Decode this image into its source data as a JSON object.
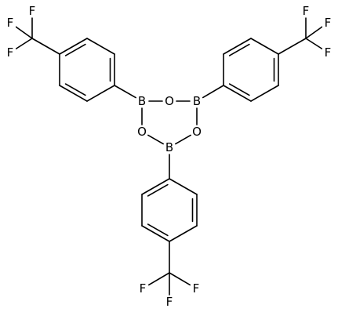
{
  "molecule": {
    "atoms": [
      {
        "id": "B1",
        "symbol": "B"
      },
      {
        "id": "O1",
        "symbol": "O"
      },
      {
        "id": "B2",
        "symbol": "B"
      },
      {
        "id": "O2",
        "symbol": "O"
      },
      {
        "id": "B3",
        "symbol": "B"
      },
      {
        "id": "O3",
        "symbol": "O"
      },
      {
        "id": "F1",
        "symbol": "F"
      },
      {
        "id": "F2",
        "symbol": "F"
      },
      {
        "id": "F3",
        "symbol": "F"
      },
      {
        "id": "F4",
        "symbol": "F"
      },
      {
        "id": "F5",
        "symbol": "F"
      },
      {
        "id": "F6",
        "symbol": "F"
      },
      {
        "id": "F7",
        "symbol": "F"
      },
      {
        "id": "F8",
        "symbol": "F"
      },
      {
        "id": "F9",
        "symbol": "F"
      }
    ]
  },
  "colors": {
    "line": "#000000",
    "background": "#ffffff"
  }
}
